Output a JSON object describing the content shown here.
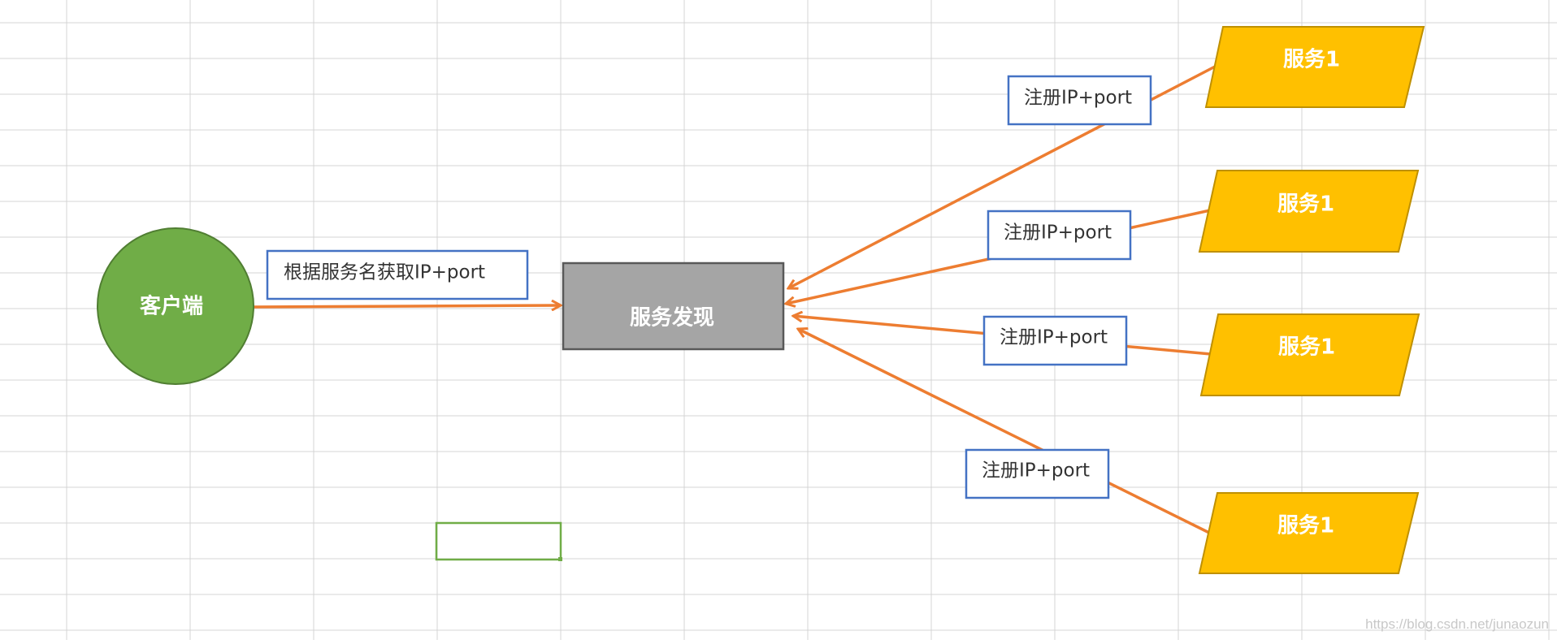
{
  "diagram": {
    "client": {
      "label": "客户端"
    },
    "discovery": {
      "label": "服务发现"
    },
    "query_label": "根据服务名获取IP+port",
    "services": [
      {
        "label": "服务1",
        "register_label": "注册IP+port"
      },
      {
        "label": "服务1",
        "register_label": "注册IP+port"
      },
      {
        "label": "服务1",
        "register_label": "注册IP+port"
      },
      {
        "label": "服务1",
        "register_label": "注册IP+port"
      }
    ]
  },
  "watermark": "https://blog.csdn.net/junaozun",
  "colors": {
    "grid": "#d4d4d4",
    "client_fill": "#70ad47",
    "client_stroke": "#507e32",
    "discovery_fill": "#a5a5a5",
    "discovery_stroke": "#595959",
    "service_fill": "#ffc000",
    "service_stroke": "#bf9000",
    "arrow": "#ed7d31",
    "label_border": "#4472c4",
    "selected_cell": "#70ad47"
  }
}
